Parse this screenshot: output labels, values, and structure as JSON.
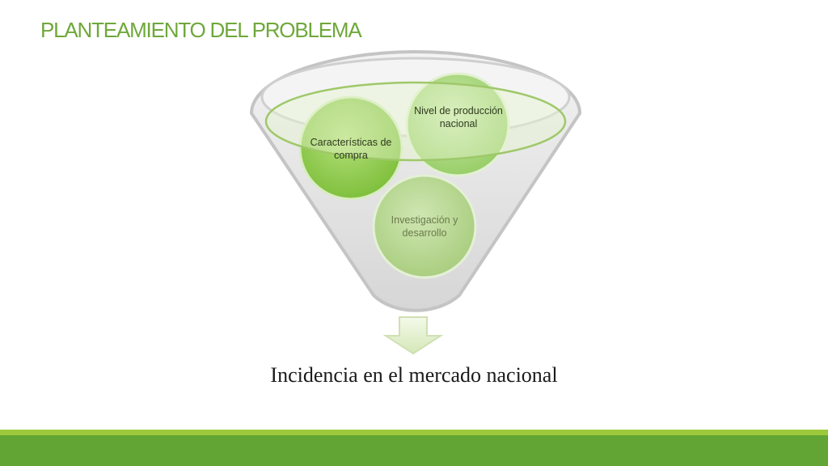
{
  "slide": {
    "title": "PLANTEAMIENTO DEL PROBLEMA",
    "title_color": "#6ea83a",
    "funnel": {
      "circles": [
        {
          "id": "caracteristicas",
          "label": "Características de compra",
          "color": "#8dcc4a"
        },
        {
          "id": "nivel",
          "label": "Nivel de producción nacional",
          "color": "#a8d87a"
        },
        {
          "id": "investigacion",
          "label": "Investigación y desarrollo",
          "color": "#b9d98e"
        }
      ]
    },
    "arrow_icon": "down-arrow-icon",
    "result": "Incidencia en el mercado nacional",
    "footer_color": "#62a534",
    "footer_accent_color": "#9cc93c"
  }
}
